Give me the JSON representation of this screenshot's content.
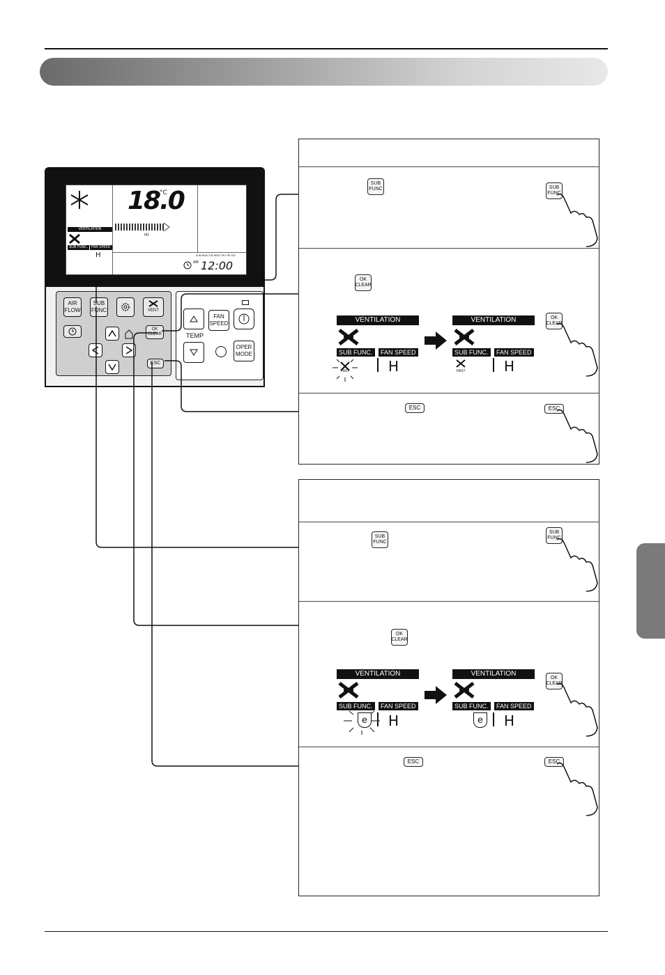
{
  "remote": {
    "lcd": {
      "temperature": "18.0",
      "unit": "°C",
      "ventilation_tag": "VENTILATION",
      "level_label": "HI",
      "sub_func_tag": "SUB FUNC.",
      "fan_speed_tag": "FAN SPEED",
      "fan_value": "H",
      "am_label": "AM",
      "clock": "12:00",
      "days": "SUN MON TUE WED THU FRI SAT"
    },
    "buttons": {
      "air_flow": "AIR\nFLOW",
      "sub_func": "SUB\nFUNC",
      "vent": "VENT",
      "ok_clear": "OK\nCLEAR",
      "esc": "ESC",
      "fan_speed": "FAN\nSPEED",
      "temp": "TEMP",
      "oper_mode": "OPER\nMODE"
    }
  },
  "panel1": {
    "sub_func_icon": "SUB\nFUNC",
    "ok_clear_icon": "OK\nCLEAR",
    "esc_icon": "ESC",
    "display_before": {
      "ventilation": "VENTILATION",
      "sub_func": "SUB FUNC.",
      "fan_speed": "FAN SPEED",
      "sub_value": "FAST",
      "fan_value": "H"
    },
    "display_after": {
      "ventilation": "VENTILATION",
      "sub_func": "SUB FUNC.",
      "fan_speed": "FAN SPEED",
      "sub_value": "FAST",
      "fan_value": "H"
    }
  },
  "panel2": {
    "sub_func_icon": "SUB\nFUNC",
    "ok_clear_icon": "OK\nCLEAR",
    "esc_icon": "ESC",
    "display_before": {
      "ventilation": "VENTILATION",
      "sub_func": "SUB FUNC.",
      "fan_speed": "FAN SPEED",
      "sub_value": "e",
      "fan_value": "H"
    },
    "display_after": {
      "ventilation": "VENTILATION",
      "sub_func": "SUB FUNC.",
      "fan_speed": "FAN SPEED",
      "sub_value": "e",
      "fan_value": "H"
    }
  }
}
